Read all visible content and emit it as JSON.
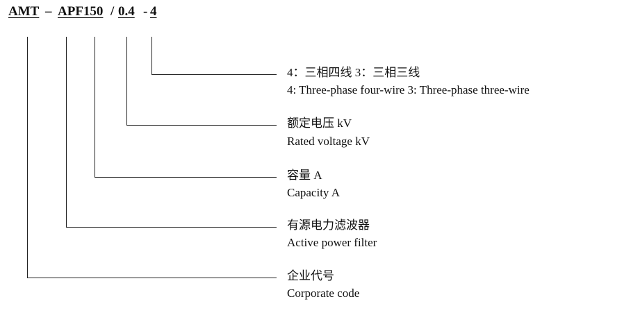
{
  "model_code": {
    "segments": [
      {
        "text": "AMT"
      },
      {
        "text": "APF150"
      },
      {
        "text": "0.4"
      },
      {
        "text": "4"
      }
    ],
    "separators": [
      "–",
      "/",
      "-"
    ]
  },
  "items": [
    {
      "cn": "4：三相四线 3：三相三线",
      "en": "4: Three-phase four-wire 3: Three-phase three-wire"
    },
    {
      "cn": "额定电压 kV",
      "en": "Rated voltage kV"
    },
    {
      "cn": "容量 A",
      "en": "Capacity A"
    },
    {
      "cn": "有源电力滤波器",
      "en": "Active power filter"
    },
    {
      "cn": "企业代号",
      "en": "Corporate code"
    }
  ]
}
